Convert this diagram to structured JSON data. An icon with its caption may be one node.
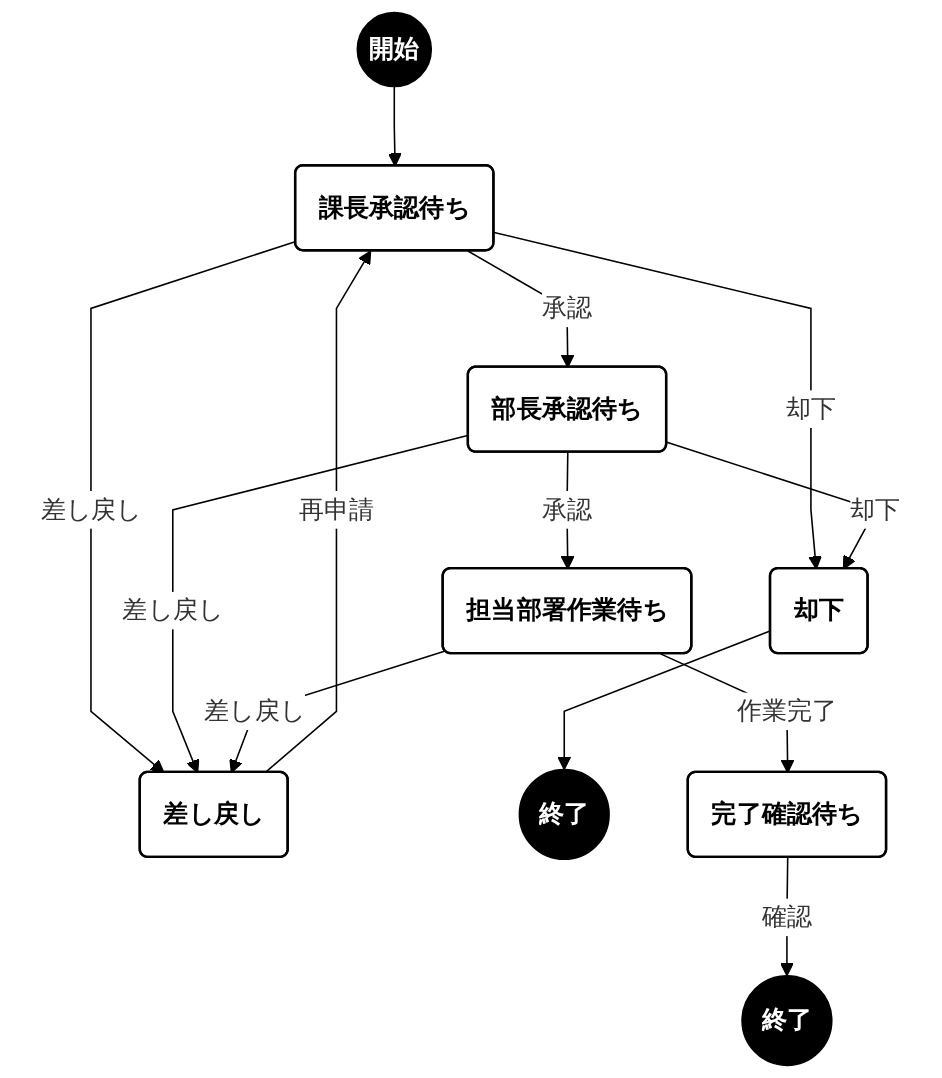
{
  "diagram": {
    "nodes": [
      {
        "text": [
          "開始"
        ]
      },
      {
        "text": [
          "課長承認待ち"
        ]
      },
      {
        "text": [
          "差し戻し"
        ]
      },
      {
        "text": [
          "部長承認待ち"
        ]
      },
      {
        "text": [
          "却下"
        ]
      },
      {
        "text": [
          "終了"
        ]
      },
      {
        "text": [
          "担当部署作業待ち"
        ]
      },
      {
        "text": [
          "完了確認待ち"
        ]
      },
      {
        "text": [
          "終了"
        ]
      }
    ],
    "edges": [
      {
        "from": 0,
        "to": 1,
        "arrow": "to"
      },
      {
        "from": 2,
        "to": 1,
        "arrow": "to",
        "label": "再申請"
      },
      {
        "from": 1,
        "to": 2,
        "arrow": "to",
        "label": "差し戻し"
      },
      {
        "from": 1,
        "to": 3,
        "arrow": "to",
        "label": "承認"
      },
      {
        "from": 1,
        "to": 4,
        "arrow": "to",
        "label": "却下"
      },
      {
        "from": 3,
        "to": 2,
        "arrow": "to",
        "label": "差し戻し"
      },
      {
        "from": 3,
        "to": 4,
        "arrow": "to",
        "label": "却下"
      },
      {
        "from": 4,
        "to": 5,
        "arrow": "to"
      },
      {
        "from": 3,
        "to": 6,
        "arrow": "to",
        "label": "承認"
      },
      {
        "from": 6,
        "to": 2,
        "arrow": "to",
        "label": "差し戻し"
      },
      {
        "from": 6,
        "to": 7,
        "arrow": "to",
        "label": "作業完了"
      },
      {
        "from": 7,
        "to": 8,
        "arrow": "to",
        "label": "確認"
      }
    ]
  }
}
